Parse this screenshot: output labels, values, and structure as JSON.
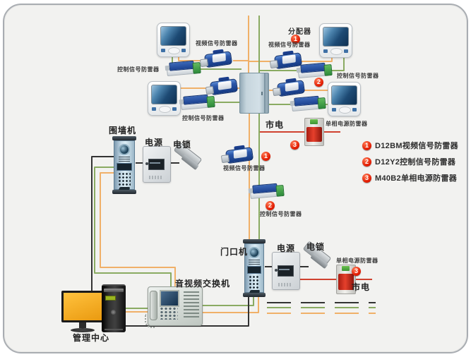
{
  "labels": {
    "distributor": "分配器",
    "video_protector": "视频信号防雷器",
    "control_protector": "控制信号防雷器",
    "power_protector": "单相电源防雷器",
    "mains": "市电",
    "wall_station": "围墙机",
    "power_supply": "电源",
    "electric_lock": "电锁",
    "door_station": "门口机",
    "av_switch": "音视频交换机",
    "management_center": "管理中心"
  },
  "badges": {
    "video": "1",
    "control": "2",
    "power": "3"
  },
  "legend": [
    {
      "num": "1",
      "text": "D12BM视频信号防雷器"
    },
    {
      "num": "2",
      "text": "D12Y2控制信号防雷器"
    },
    {
      "num": "3",
      "text": "M40B2单相电源防雷器"
    }
  ],
  "colors": {
    "wire_orange": "#f0b068",
    "wire_green": "#8aab62",
    "wire_black": "#333333",
    "wire_red": "#d0412f"
  }
}
